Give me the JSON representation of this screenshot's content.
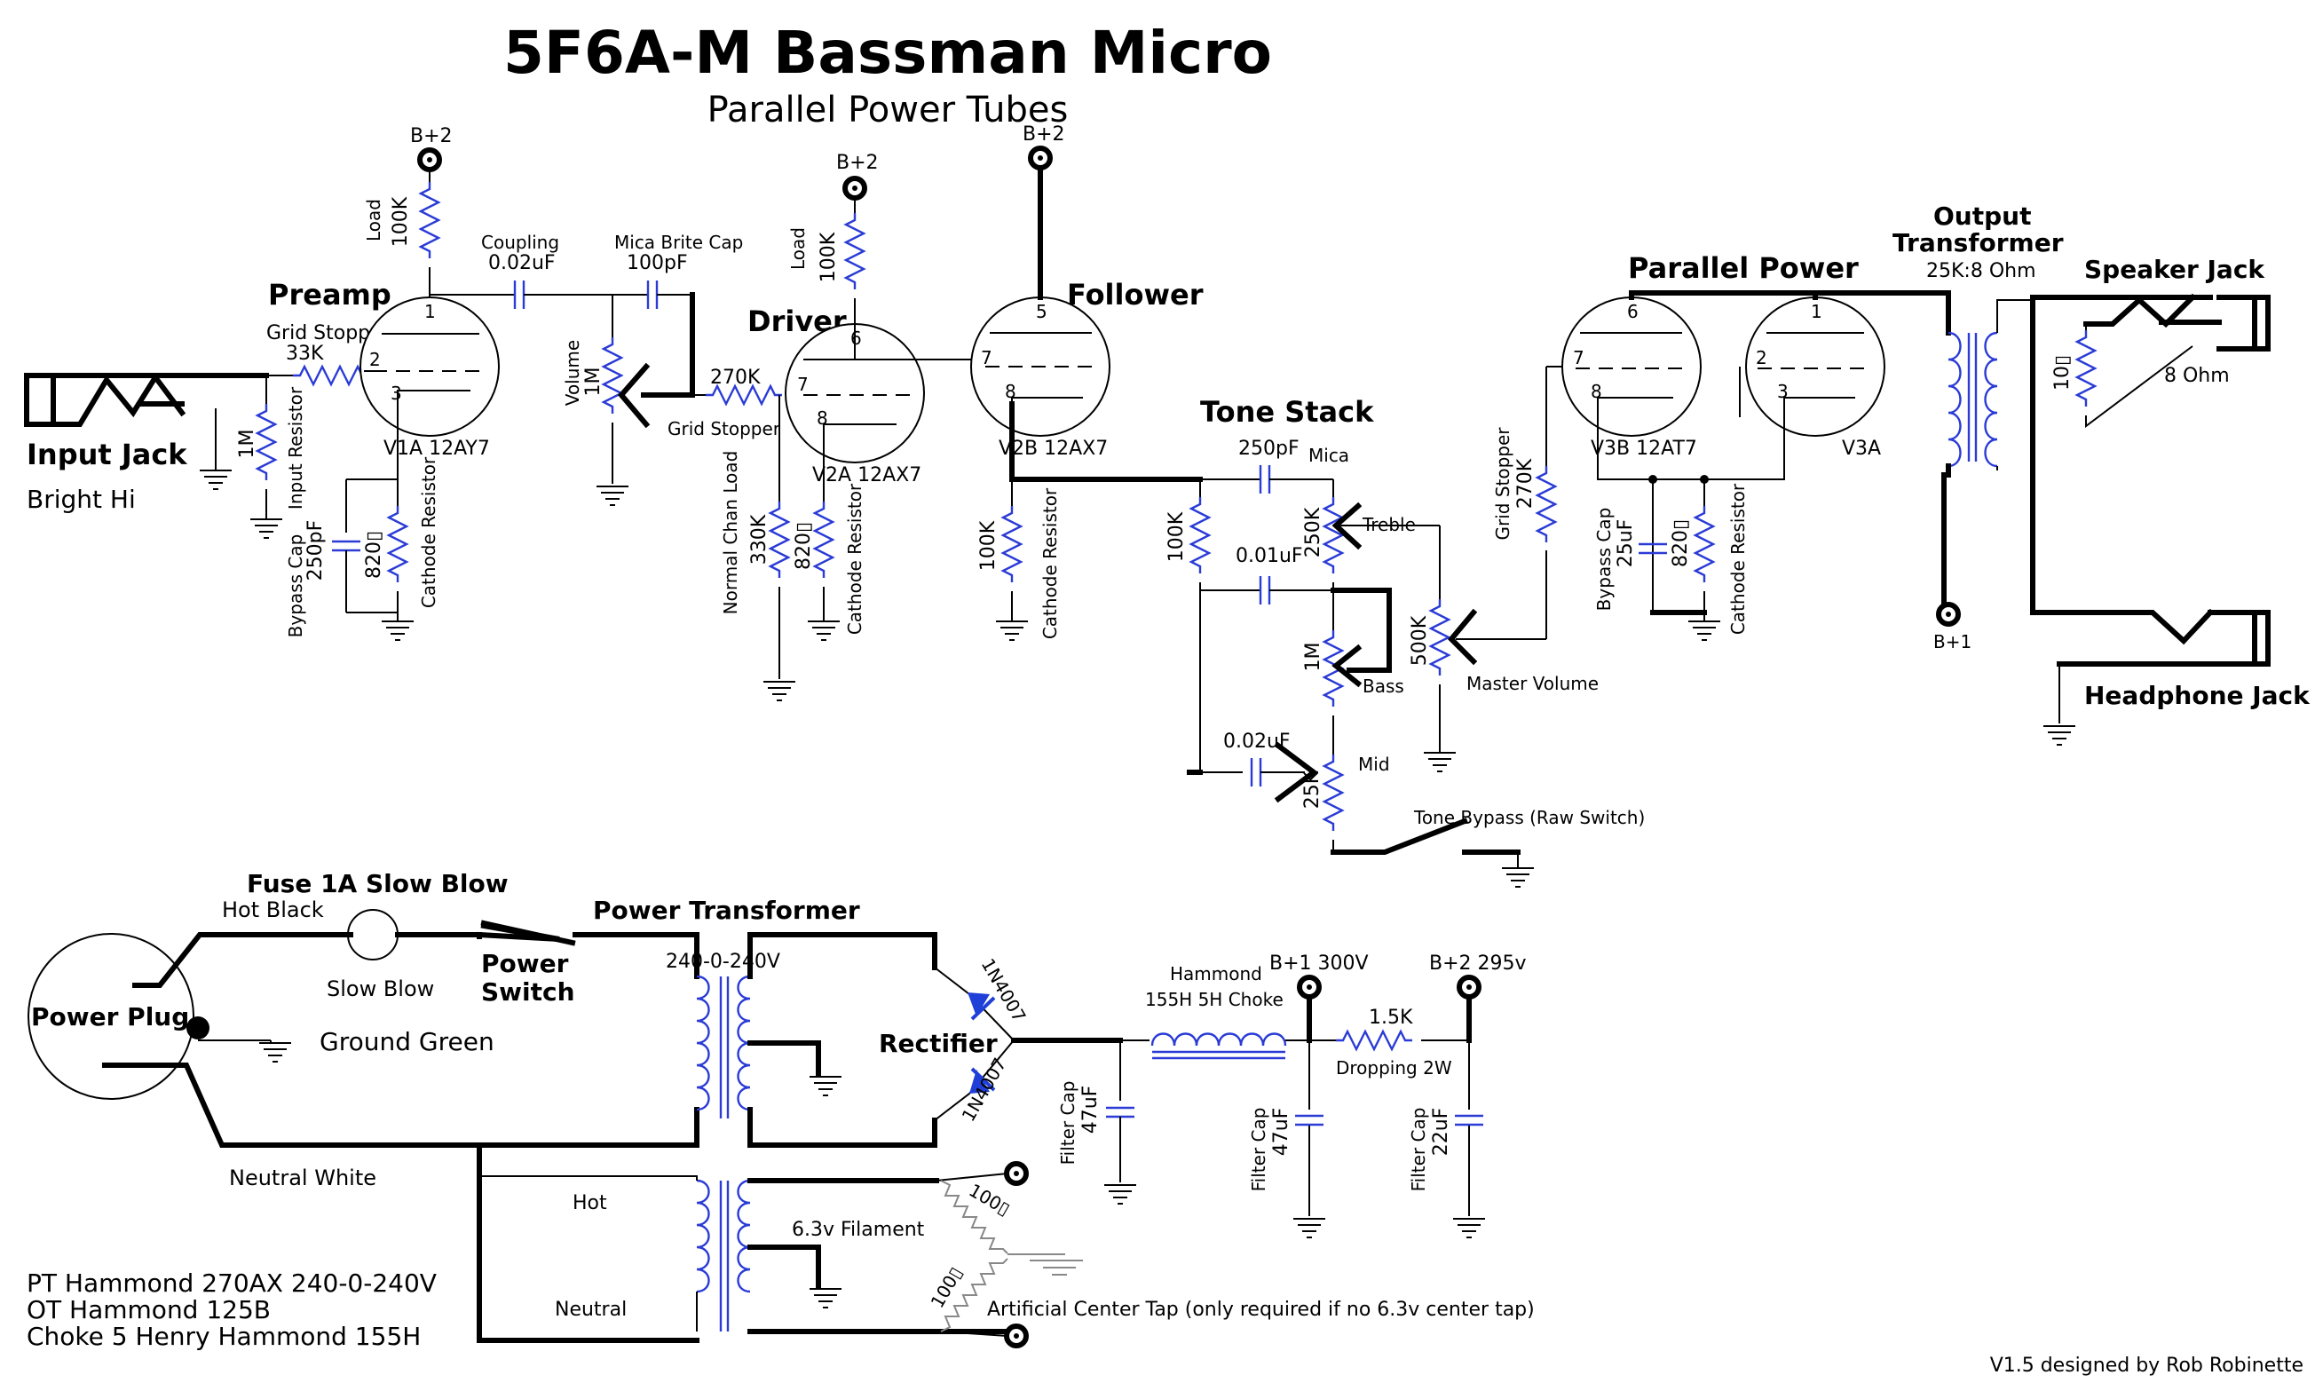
{
  "title": "5F6A-M Bassman Micro",
  "subtitle": "Parallel Power Tubes",
  "credit": "V1.5 designed by Rob Robinette",
  "notes": [
    "PT Hammond 270AX 240-0-240V",
    "OT Hammond 125B",
    "Choke 5 Henry Hammond 155H"
  ],
  "sections": {
    "preamp": "Preamp",
    "driver": "Driver",
    "follower": "Follower",
    "tone_stack": "Tone Stack",
    "parallel_power": "Parallel Power",
    "output_transformer_1": "Output",
    "output_transformer_2": "Transformer",
    "output_ratio": "25K:8 Ohm",
    "speaker_jack": "Speaker Jack",
    "speaker_ohm": "8 Ohm",
    "headphone_jack": "Headphone Jack",
    "input_jack": "Input Jack",
    "bright_hi": "Bright Hi",
    "fuse": "Fuse 1A Slow Blow",
    "power_transformer": "Power Transformer",
    "power_switch_1": "Power",
    "power_switch_2": "Switch",
    "power_plug": "Power Plug",
    "rectifier": "Rectifier"
  },
  "rails": {
    "bp2_a": "B+2",
    "bp2_b": "B+2",
    "bp2_c": "B+2",
    "bp1": "B+1",
    "bp1_300": "B+1 300V",
    "bp2_295": "B+2 295v"
  },
  "tubes": {
    "v1a": "V1A  12AY7",
    "v2a": "V2A  12AX7",
    "v2b": "V2B  12AX7",
    "v3b": "V3B  12AT7",
    "v3a": "V3A"
  },
  "pins": {
    "v1a": [
      "1",
      "2",
      "3"
    ],
    "v2a": [
      "6",
      "7",
      "8"
    ],
    "v2b": [
      "5",
      "7",
      "8"
    ],
    "v3b": [
      "6",
      "7",
      "8"
    ],
    "v3a": [
      "1",
      "2",
      "3"
    ]
  },
  "labels": {
    "load1": "Load",
    "load1_val": "100K",
    "coupling": "Coupling",
    "coupling_val": "0.02uF",
    "mica_brite": "Mica Brite Cap",
    "mica_brite_val": "100pF",
    "grid_stopper1": "Grid Stopper",
    "grid_stopper1_val": "33K",
    "input_1m": "1M",
    "input_resistor": "Input Resistor",
    "bypass_cap1": "Bypass Cap",
    "bypass_cap1_val": "250pF",
    "cath1_val": "820▯",
    "cath1": "Cathode Resistor",
    "volume": "Volume",
    "volume_val": "1M",
    "gs2_val": "270K",
    "gs2": "Grid Stopper",
    "load2": "Load",
    "load2_val": "100K",
    "normal_chan": "Normal Chan Load",
    "normal_chan_val": "330K",
    "cath2_val": "820▯",
    "cath2": "Cathode Resistor",
    "cath3_val": "100K",
    "cath3": "Cathode Resistor",
    "mica_val": "250pF",
    "mica": "Mica",
    "r100k": "100K",
    "treble_val": "250K",
    "treble": "Treble",
    "c001": "0.01uF",
    "bass_val": "1M",
    "bass": "Bass",
    "c002": "0.02uF",
    "mid_val": "25K",
    "mid": "Mid",
    "tone_bypass": "Tone Bypass (Raw Switch)",
    "master_val": "500K",
    "master": "Master Volume",
    "gs3": "Grid Stopper",
    "gs3_val": "270K",
    "bypass_cap2": "Bypass Cap",
    "bypass_cap2_val": "25uF",
    "cath4_val": "820▯",
    "cath4": "Cathode Resistor",
    "r10": "10▯",
    "hot_black": "Hot Black",
    "slow_blow": "Slow Blow",
    "ground_green": "Ground Green",
    "neutral_white": "Neutral White",
    "pt_volt": "240-0-240V",
    "hot": "Hot",
    "neutral": "Neutral",
    "filament": "6.3v Filament",
    "r100a": "100▯",
    "r100b": "100▯",
    "act": "Artificial Center Tap (only required if no 6.3v center tap)",
    "diode1": "1N4007",
    "diode2": "1N4007",
    "hammond": "Hammond",
    "choke": "155H 5H Choke",
    "filter1": "Filter Cap",
    "filter1_val": "47uF",
    "filter2": "Filter Cap",
    "filter2_val": "47uF",
    "filter3": "Filter Cap",
    "filter3_val": "22uF",
    "drop_val": "1.5K",
    "drop": "Dropping 2W"
  },
  "colors": {
    "component": "#2a3bd6",
    "wire": "#000000",
    "diode": "#1f3fd8"
  }
}
